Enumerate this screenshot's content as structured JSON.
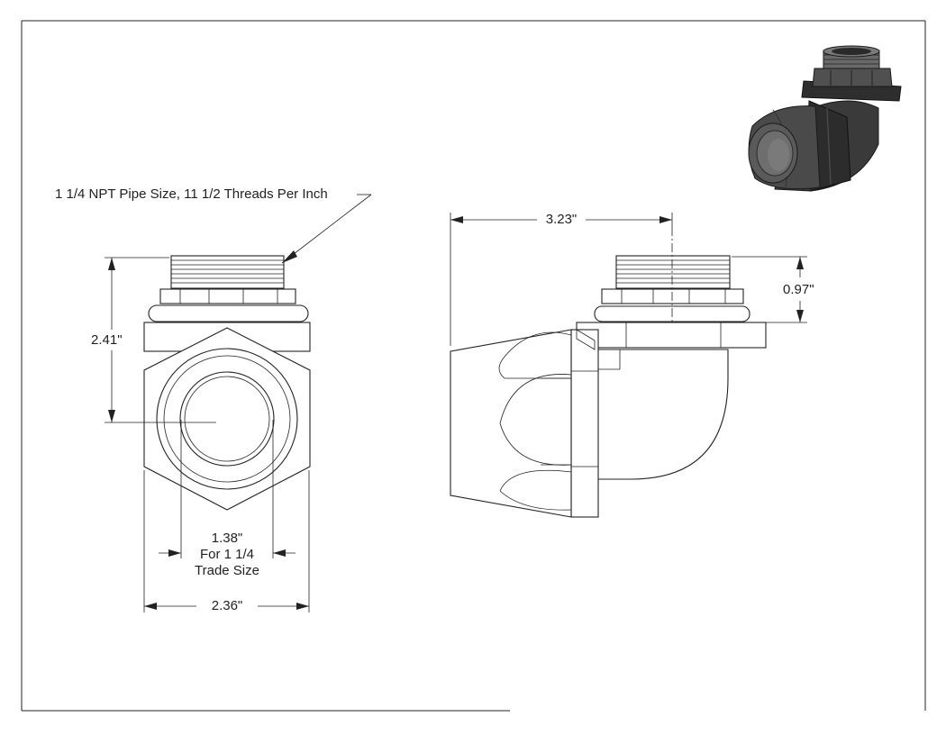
{
  "drawing": {
    "callout": "1 1/4 NPT Pipe Size, 11 1/2 Threads Per Inch",
    "dim_height": "2.41\"",
    "dim_bore_value": "1.38\"",
    "dim_bore_line1": "For 1 1/4",
    "dim_bore_line2": "Trade Size",
    "dim_width": "2.36\"",
    "dim_length": "3.23\"",
    "dim_thread_height": "0.97\""
  },
  "colors": {
    "line": "#222222",
    "render_dark": "#2c2c2c",
    "render_mid": "#4a4a4a",
    "render_light": "#7a7a7a"
  }
}
